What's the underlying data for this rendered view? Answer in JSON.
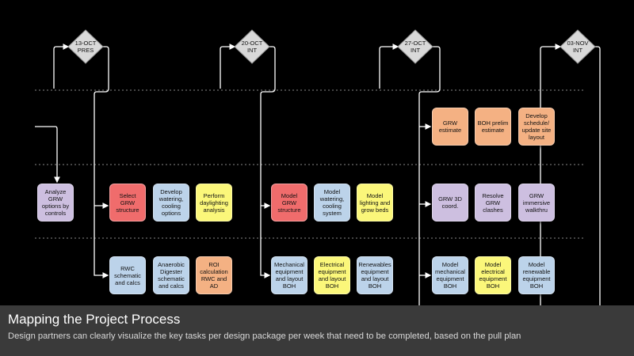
{
  "milestones": [
    {
      "date": "13-OCT",
      "type": "PRES"
    },
    {
      "date": "20-OCT",
      "type": "INT"
    },
    {
      "date": "27-OCT",
      "type": "INT"
    },
    {
      "date": "03-NOV",
      "type": "INT"
    }
  ],
  "tasks": {
    "analyze": "Analyze GRW options by controls",
    "week1": {
      "select_grw": "Select GRW structure",
      "develop_watering": "Develop watering, cooling options",
      "perform_daylighting": "Perform daylighting analysis",
      "rwc_schematic": "RWC schematic and calcs",
      "anaerobic_digester": "Anaerobic Digester schematic and calcs",
      "roi_calc": "ROI calculation RWC and AD"
    },
    "week2": {
      "model_grw": "Model GRW structure",
      "model_watering": "Model watering, cooling system",
      "model_lighting": "Model lighting and grow beds",
      "mechanical_boh": "Mechanical equipment and layout BOH",
      "electrical_boh": "Electrical equipment and layout BOH",
      "renewables_boh": "Renewables equipment and layout BOH"
    },
    "week3": {
      "grw_estimate": "GRW estimate",
      "boh_prelim": "BOH prelim estimate",
      "develop_schedule": "Develop schedule/ update site layout",
      "grw_3d": "GRW 3D coord.",
      "resolve_clashes": "Resolve GRW clashes",
      "grw_walkthru": "GRW immersive walkthru",
      "model_mechanical": "Model mechanical equipment BOH",
      "model_electrical": "Model electrical equipment BOH",
      "model_renewable": "Model renewable equipment BOH"
    }
  },
  "caption": {
    "title": "Mapping the Project Process",
    "subtitle": "Design partners can clearly visualize the key tasks per design package per week that need to be completed, based on the pull plan"
  },
  "colors": {
    "background": "#000000",
    "blue": "#bcd3ea",
    "lavender": "#cdbfe0",
    "red": "#f06c6c",
    "yellow": "#fbf77a",
    "orange": "#f4b183",
    "diamond": "#d9d9d9",
    "caption_bar": "#3a3a3a"
  }
}
